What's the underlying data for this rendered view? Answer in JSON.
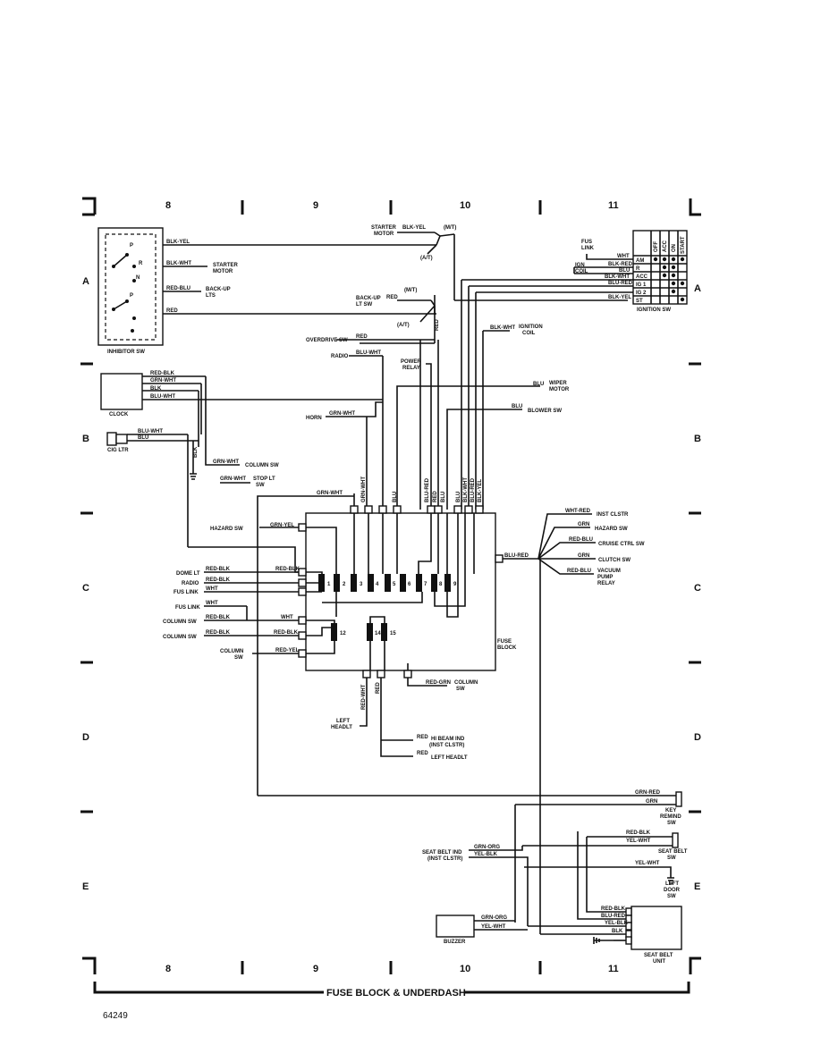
{
  "diagram": {
    "title": "FUSE BLOCK & UNDERDASH",
    "figure_number": "64249",
    "columns": [
      "8",
      "9",
      "10",
      "11"
    ],
    "rows": [
      "A",
      "B",
      "C",
      "D",
      "E"
    ]
  },
  "components": {
    "inhibitor_sw": "INHIBITOR SW",
    "clock": "CLOCK",
    "cig_ltr": "CIG LTR",
    "fuse_block": "FUSE\nBLOCK",
    "ignition_sw": "IGNITION SW",
    "buzzer": "BUZZER",
    "seat_belt_unit": "SEAT BELT\nUNIT"
  },
  "inhibitor_positions": [
    "P",
    "R",
    "N",
    "P"
  ],
  "ignition_switch": {
    "headers": [
      "OFF",
      "ACC",
      "ON",
      "START"
    ],
    "terminals": [
      "AM",
      "R",
      "ACC",
      "IG 1",
      "IG 2",
      "ST"
    ]
  },
  "wires": {
    "blk_yel": "BLK-YEL",
    "blk_wht": "BLK-WHT",
    "red_blu": "RED-BLU",
    "red": "RED",
    "red_blk": "RED-BLK",
    "grn_wht": "GRN-WHT",
    "blk": "BLK",
    "blu_wht": "BLU-WHT",
    "blu": "BLU",
    "wht": "WHT",
    "blk_red": "BLK-RED",
    "blu_red": "BLU-RED",
    "grn_yel": "GRN-YEL",
    "red_yel": "RED-YEL",
    "red_grn": "RED-GRN",
    "wht_red": "WHT-RED",
    "grn": "GRN",
    "grn_red": "GRN-RED",
    "grn_org": "GRN-ORG",
    "yel_blk": "YEL-BLK",
    "yel_wht": "YEL-WHT",
    "red_wht": "RED-WHT"
  },
  "labels": {
    "starter_motor": "STARTER\nMOTOR",
    "starter_motor_b": "STARTER\nMOTOR",
    "back_up_lts": "BACK-UP\nLTS",
    "back_up_lt_sw": "BACK-UP\nLT SW",
    "mt": "(M/T)",
    "at": "(A/T)",
    "fus_link": "FUS\nLINK",
    "ign_coil": "IGN\nCOIL",
    "ignition_coil": "IGNITION\nCOIL",
    "overdrive_sw": "OVERDRIVE SW",
    "radio": "RADIO",
    "power_relay": "POWER\nRELAY",
    "wiper_motor": "WIPER\nMOTOR",
    "horn": "HORN",
    "blower_sw": "BLOWER SW",
    "column_sw": "COLUMN SW",
    "stop_lt_sw": "STOP LT\nSW",
    "hazard_sw": "HAZARD SW",
    "dome_lt": "DOME LT",
    "radio_b": "RADIO",
    "fus_link_b": "FUS LINK",
    "fus_link_c": "FUS LINK",
    "column_sw_b": "COLUMN SW",
    "column_sw_c": "COLUMN SW",
    "column_sw_d": "COLUMN\nSW",
    "column_sw_e": "COLUMN\nSW",
    "inst_clstr": "INST CLSTR",
    "hazard_sw_r": "HAZARD SW",
    "cruise_ctrl_sw": "CRUISE CTRL SW",
    "clutch_sw": "CLUTCH SW",
    "vacuum_pump_relay": "VACUUM\nPUMP\nRELAY",
    "left_headlt": "LEFT\nHEADLT",
    "hi_beam_ind": "HI BEAM IND\n(INST CLSTR)",
    "left_headlt_b": "LEFT HEADLT",
    "key_remind_sw": "KEY\nREMIND\nSW",
    "seat_belt_sw": "SEAT BELT\nSW",
    "left_door_sw": "LEFT\nDOOR\nSW",
    "seat_belt_ind": "SEAT BELT IND\n(INST CLSTR)"
  },
  "fuse_numbers": [
    "1",
    "2",
    "3",
    "4",
    "5",
    "6",
    "7",
    "8",
    "9",
    "12",
    "14",
    "15"
  ]
}
